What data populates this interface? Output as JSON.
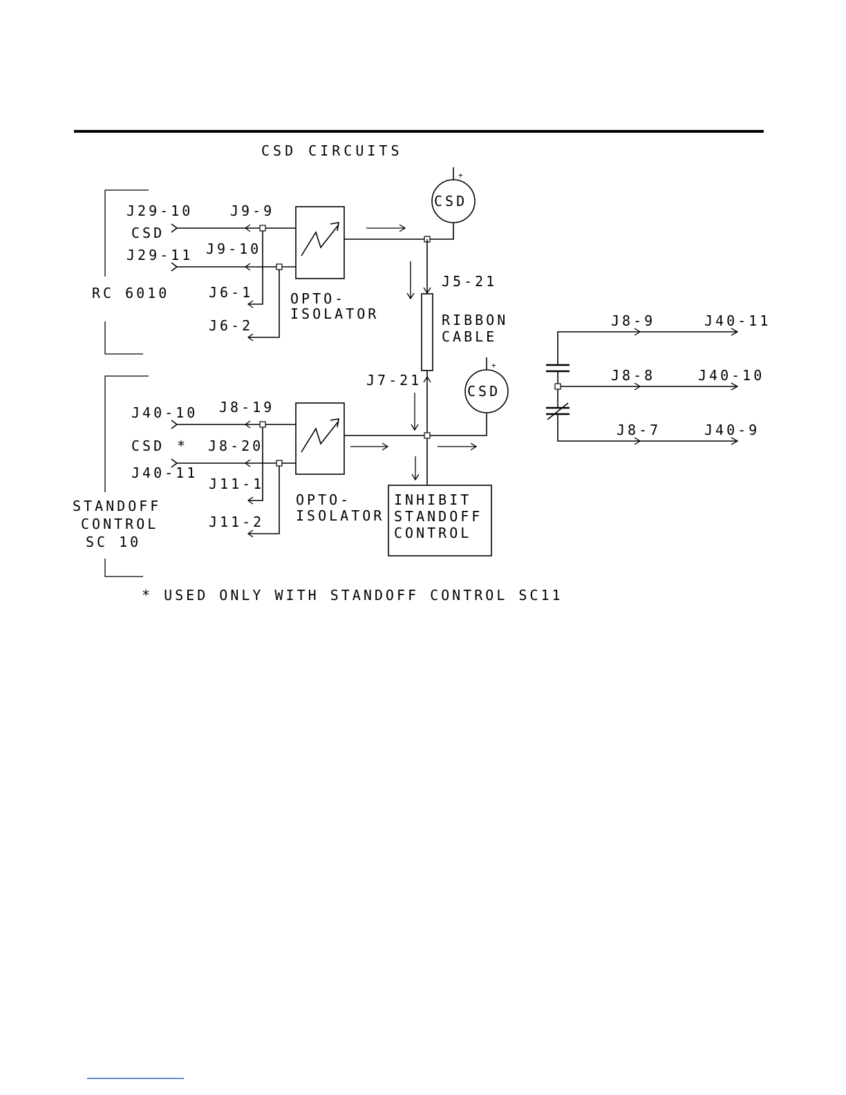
{
  "title": "CSD CIRCUITS",
  "footnote": "* USED ONLY WITH STANDOFF CONTROL SC11",
  "groups": {
    "rc": "RC 6010",
    "standoff": [
      "STANDOFF",
      "CONTROL",
      "SC 10"
    ]
  },
  "upper": {
    "j29_10": "J29-10",
    "csd_signal": "CSD",
    "j29_11": "J29-11",
    "j9_9": "J9-9",
    "j9_10": "J9-10",
    "j6_1": "J6-1",
    "j6_2": "J6-2",
    "opto": [
      "OPTO-",
      "ISOLATOR"
    ],
    "j5_21": "J5-21",
    "csd_indicator": "CSD",
    "plus": "+"
  },
  "ribbon": [
    "RIBBON",
    "CABLE"
  ],
  "lower": {
    "j40_10": "J40-10",
    "csd_signal": "CSD",
    "star": "*",
    "j40_11": "J40-11",
    "j8_19": "J8-19",
    "j8_20": "J8-20",
    "j11_1": "J11-1",
    "j11_2": "J11-2",
    "opto": [
      "OPTO-",
      "ISOLATOR"
    ],
    "j7_21": "J7-21",
    "csd_indicator": "CSD",
    "plus": "+"
  },
  "inhibit": [
    "INHIBIT",
    "STANDOFF",
    "CONTROL"
  ],
  "relay": {
    "rows": [
      {
        "left": "J8-9",
        "right": "J40-11"
      },
      {
        "left": "J8-8",
        "right": "J40-10"
      },
      {
        "left": "J8-7",
        "right": "J40-9"
      }
    ]
  }
}
